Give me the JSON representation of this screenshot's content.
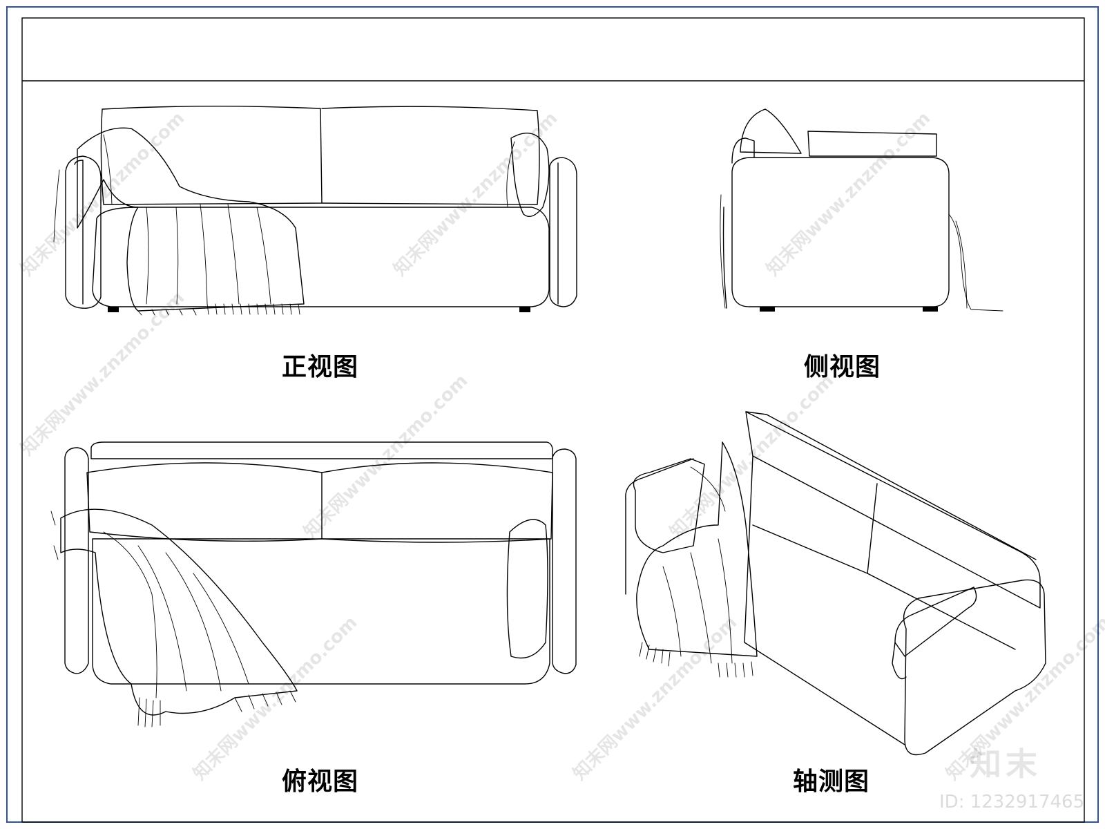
{
  "views": {
    "front": "正视图",
    "side": "侧视图",
    "top": "俯视图",
    "axonometric": "轴测图"
  },
  "watermark": {
    "text": "知末网www.znzmo.com",
    "brand": "知末",
    "id": "ID: 1232917465"
  },
  "colors": {
    "frame_outer": "#2f5597",
    "line": "#000000"
  }
}
